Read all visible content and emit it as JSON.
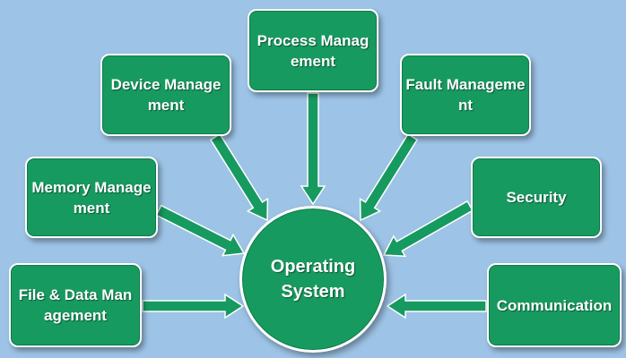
{
  "center": {
    "label": "Operating System"
  },
  "nodes": {
    "process": "Process Management",
    "device": "Device Management",
    "fault": "Fault Management",
    "memory": "Memory Management",
    "security": "Security",
    "file": "File & Data Management",
    "communication": "Communication"
  },
  "colors": {
    "background": "#9dc3e6",
    "node_fill": "#179a5f",
    "node_border": "#ffffff",
    "text": "#ffffff"
  }
}
